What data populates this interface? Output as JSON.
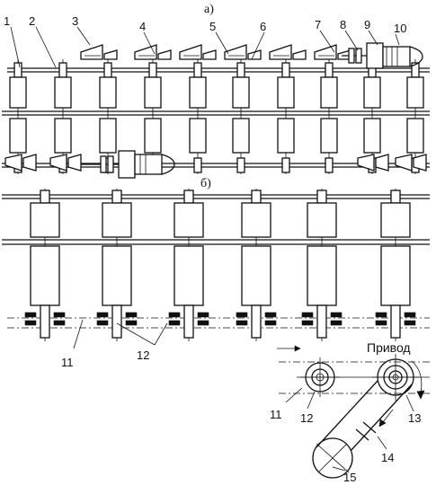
{
  "figure": {
    "section_a_label": "а)",
    "section_b_label": "б)",
    "drive_label": "Привод",
    "callouts_a": [
      "1",
      "2",
      "3",
      "4",
      "5",
      "6",
      "7",
      "8",
      "9",
      "10"
    ],
    "callouts_b": [
      "11",
      "12"
    ],
    "callouts_detail": [
      "11",
      "12",
      "13",
      "14",
      "15"
    ]
  }
}
